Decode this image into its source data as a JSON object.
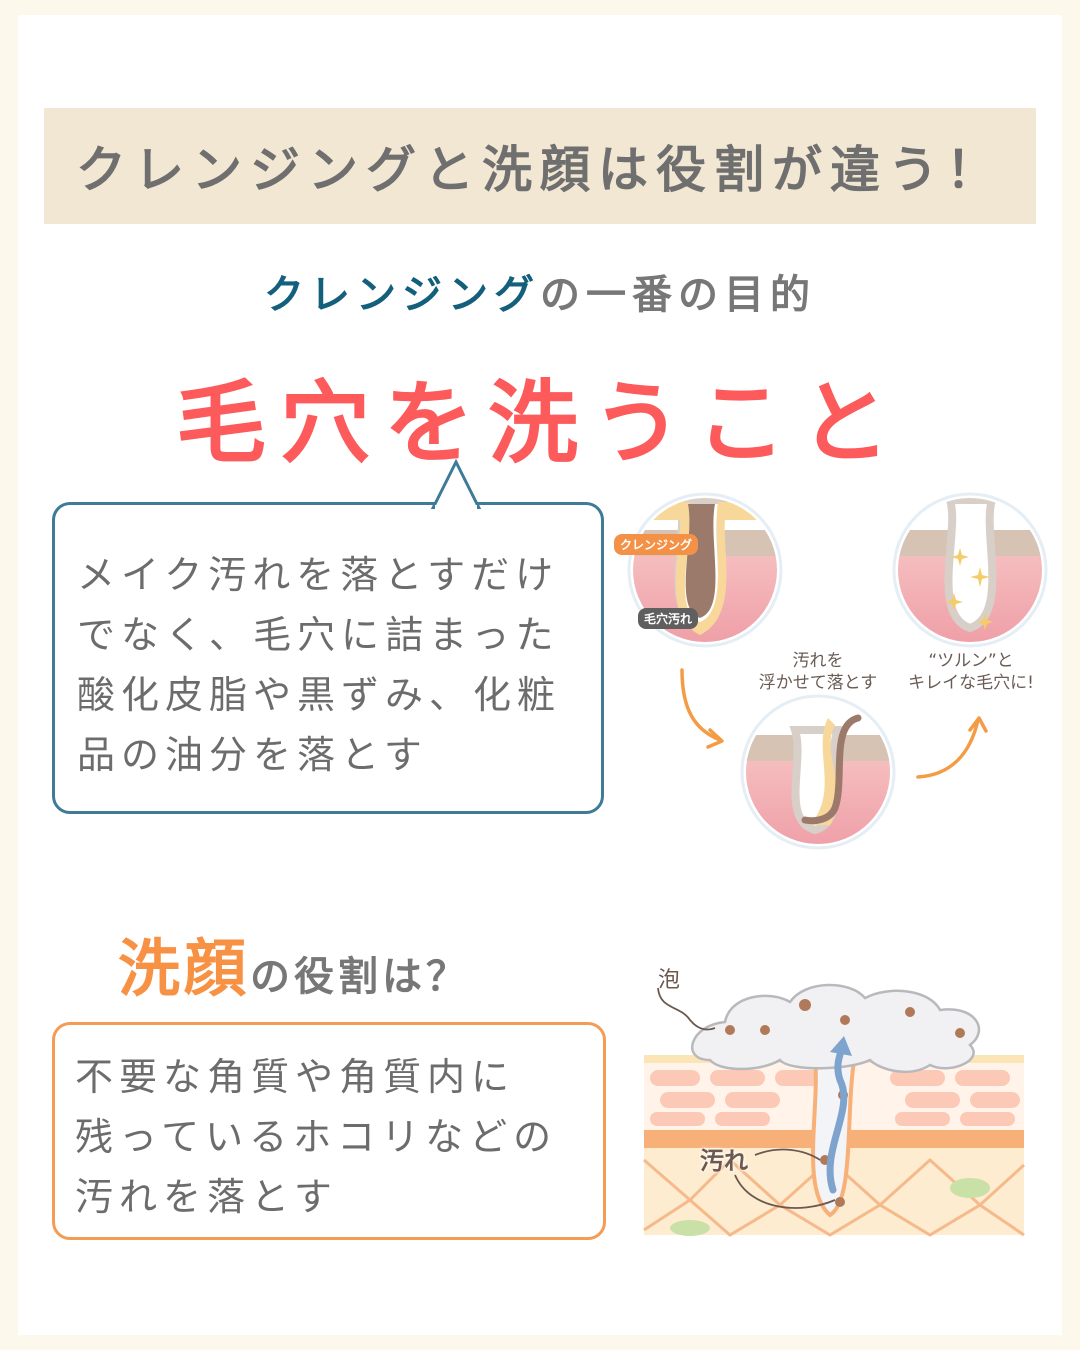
{
  "banner": {
    "title": "クレンジングと洗顔は役割が違う！"
  },
  "cleansing": {
    "subtitle_accent": "クレンジング",
    "subtitle_rest": "の一番の目的",
    "headline": "毛穴を洗うこと",
    "bubble_lines": [
      "メイク汚れを落とすだけ",
      "でなく、毛穴に詰まった",
      "酸化皮脂や黒ずみ、化粧",
      "品の油分を落とす"
    ],
    "diagram": {
      "tag_cleansing": "クレンジング",
      "tag_pore_dirt": "毛穴汚れ",
      "step2_label_lines": [
        "汚れを",
        "浮かせて落とす"
      ],
      "step3_label_lines": [
        "“ツルン”と",
        "キレイな毛穴に!"
      ]
    }
  },
  "face_wash": {
    "heading_accent": "洗顔",
    "heading_rest": "の役割は？",
    "box_lines": [
      "不要な角質や角質内に",
      "残っているホコリなどの",
      "汚れを落とす"
    ],
    "diagram": {
      "label_foam": "泡",
      "label_dirt": "汚れ"
    }
  },
  "colors": {
    "background": "#fdf8ec",
    "banner": "#f2e7d2",
    "cleansing_accent": "#135f7c",
    "headline": "#fd5a5b",
    "bubble_border": "#3d7b97",
    "face_wash_accent": "#f79245",
    "box_border": "#f39c56",
    "body_text": "#6c6c6c"
  }
}
